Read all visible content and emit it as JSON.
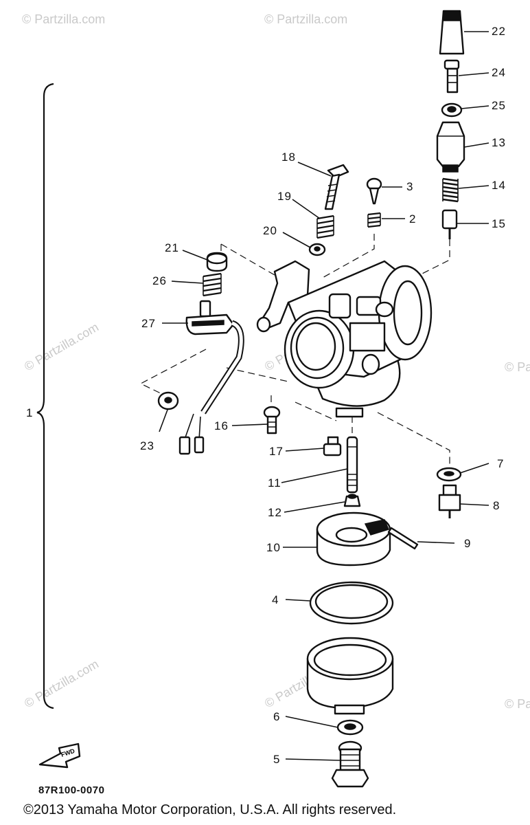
{
  "diagram": {
    "drawing_code": "87R100-0070",
    "copyright": "©2013  Yamaha Motor Corporation, U.S.A. All rights reserved.",
    "watermark_text": "© Partzilla.com",
    "fwd_arrow_label": "FWD",
    "assembly_label": "1",
    "callouts": [
      "2",
      "3",
      "4",
      "5",
      "6",
      "7",
      "8",
      "9",
      "10",
      "11",
      "12",
      "13",
      "14",
      "15",
      "16",
      "17",
      "18",
      "19",
      "20",
      "21",
      "22",
      "23",
      "24",
      "25",
      "26",
      "27"
    ],
    "colors": {
      "ink": "#111111",
      "watermark": "#c9c9c9",
      "background": "#ffffff"
    }
  }
}
